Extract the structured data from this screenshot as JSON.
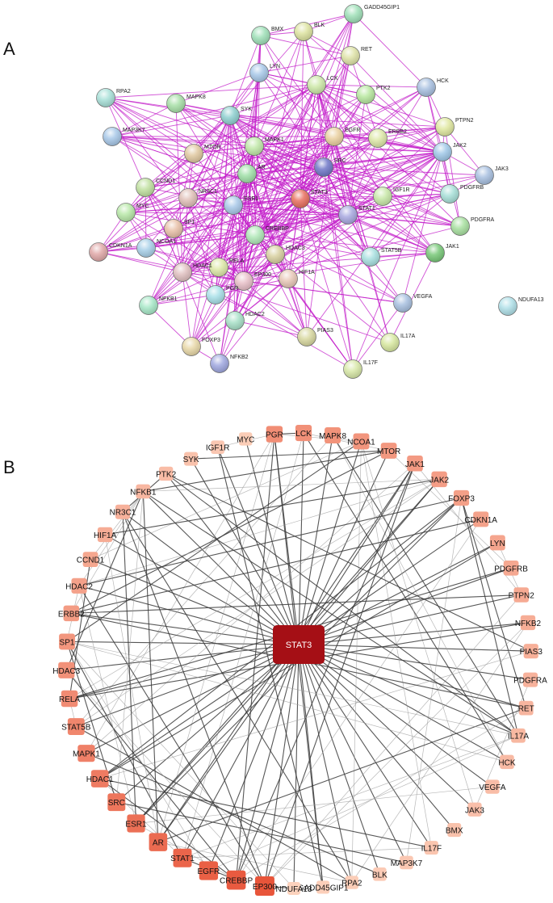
{
  "panels": {
    "a": "A",
    "b": "B"
  },
  "colors": {
    "string_edge": "#c218c8",
    "cyto_edge_dark": "#3a3a3a",
    "cyto_edge_light": "#9a9a9a",
    "hub": "#a50f15",
    "degree_high": "#e8553a",
    "degree_low": "#fcd2bd"
  },
  "network_a": {
    "nodes": [
      {
        "id": "GADD45GIP1",
        "color": "#9fe0b8"
      },
      {
        "id": "BMX",
        "color": "#9fe0b8"
      },
      {
        "id": "BLK",
        "color": "#dde3a0"
      },
      {
        "id": "RET",
        "color": "#dfe3a8"
      },
      {
        "id": "LYN",
        "color": "#a8c8e8"
      },
      {
        "id": "LCK",
        "color": "#cde8a8"
      },
      {
        "id": "PTK2",
        "color": "#b8e8a0"
      },
      {
        "id": "HCK",
        "color": "#a8c0e0"
      },
      {
        "id": "RPA2",
        "color": "#a8e0d8"
      },
      {
        "id": "MAPK8",
        "color": "#a8e0a8"
      },
      {
        "id": "SYK",
        "color": "#8fd0d0"
      },
      {
        "id": "EGFR",
        "color": "#ead0a0"
      },
      {
        "id": "ERBB2",
        "color": "#dde8a8"
      },
      {
        "id": "PTPN2",
        "color": "#e0e8a0"
      },
      {
        "id": "MAP3K7",
        "color": "#a8c8e8"
      },
      {
        "id": "MTOR",
        "color": "#e0c8a0"
      },
      {
        "id": "MAPK1",
        "color": "#c0e8a8"
      },
      {
        "id": "SRC",
        "color": "#7078c8"
      },
      {
        "id": "JAK2",
        "color": "#a0c8e8"
      },
      {
        "id": "JAK3",
        "color": "#a8c0e0"
      },
      {
        "id": "CCND1",
        "color": "#c0e0a0"
      },
      {
        "id": "AR",
        "color": "#a0e0a8"
      },
      {
        "id": "NR3C1",
        "color": "#e0c0b8"
      },
      {
        "id": "ESR1",
        "color": "#a8c8e8"
      },
      {
        "id": "STAT3",
        "color": "#e87060"
      },
      {
        "id": "IGF1R",
        "color": "#c8e8a8"
      },
      {
        "id": "PDGFRB",
        "color": "#a8e0d8"
      },
      {
        "id": "MYC",
        "color": "#b8e8a8"
      },
      {
        "id": "STAT1",
        "color": "#a8a8e0"
      },
      {
        "id": "SP1",
        "color": "#e8c0a8"
      },
      {
        "id": "CREBBP",
        "color": "#b0e8b8"
      },
      {
        "id": "PDGFRA",
        "color": "#a8e0a0"
      },
      {
        "id": "CDKN1A",
        "color": "#e0a8a8"
      },
      {
        "id": "NCOA1",
        "color": "#a8d0e8"
      },
      {
        "id": "HDAC3",
        "color": "#d8d0a0"
      },
      {
        "id": "STAT5B",
        "color": "#a8e0e0"
      },
      {
        "id": "JAK1",
        "color": "#78c878"
      },
      {
        "id": "RELA",
        "color": "#dde8a8"
      },
      {
        "id": "HDAC1",
        "color": "#e0c0c0"
      },
      {
        "id": "EP300",
        "color": "#e8c0c8"
      },
      {
        "id": "HIF1A",
        "color": "#e8c8b8"
      },
      {
        "id": "PGR",
        "color": "#a8e0e8"
      },
      {
        "id": "NFKB1",
        "color": "#a8e8c8"
      },
      {
        "id": "HDAC2",
        "color": "#a8e0c8"
      },
      {
        "id": "VEGFA",
        "color": "#a8c0e0"
      },
      {
        "id": "NDUFA13",
        "color": "#b0e0e8"
      },
      {
        "id": "FOXP3",
        "color": "#e8d8a8"
      },
      {
        "id": "PIAS3",
        "color": "#d8d8a0"
      },
      {
        "id": "IL17A",
        "color": "#d8e8a0"
      },
      {
        "id": "NFKB2",
        "color": "#a0a8e0"
      },
      {
        "id": "IL17F",
        "color": "#d8e8a8"
      }
    ]
  },
  "network_b": {
    "hub": "STAT3",
    "ring": [
      "PGR",
      "LCK",
      "MAPK8",
      "NCOA1",
      "MTOR",
      "JAK1",
      "JAK2",
      "FOXP3",
      "CDKN1A",
      "LYN",
      "PDGFRB",
      "PTPN2",
      "NFKB2",
      "PIAS3",
      "PDGFRA",
      "RET",
      "IL17A",
      "HCK",
      "VEGFA",
      "JAK3",
      "BMX",
      "IL17F",
      "MAP3K7",
      "BLK",
      "RPA2",
      "GADD45GIP1",
      "NDUFA13",
      "EP300",
      "CREBBP",
      "EGFR",
      "STAT1",
      "AR",
      "ESR1",
      "SRC",
      "HDAC1",
      "MAPK1",
      "STAT5B",
      "RELA",
      "HDAC3",
      "SP1",
      "ERBB2",
      "HDAC2",
      "CCND1",
      "HIF1A",
      "NR3C1",
      "NFKB1",
      "PTK2",
      "SYK",
      "IGF1R",
      "MYC"
    ]
  }
}
